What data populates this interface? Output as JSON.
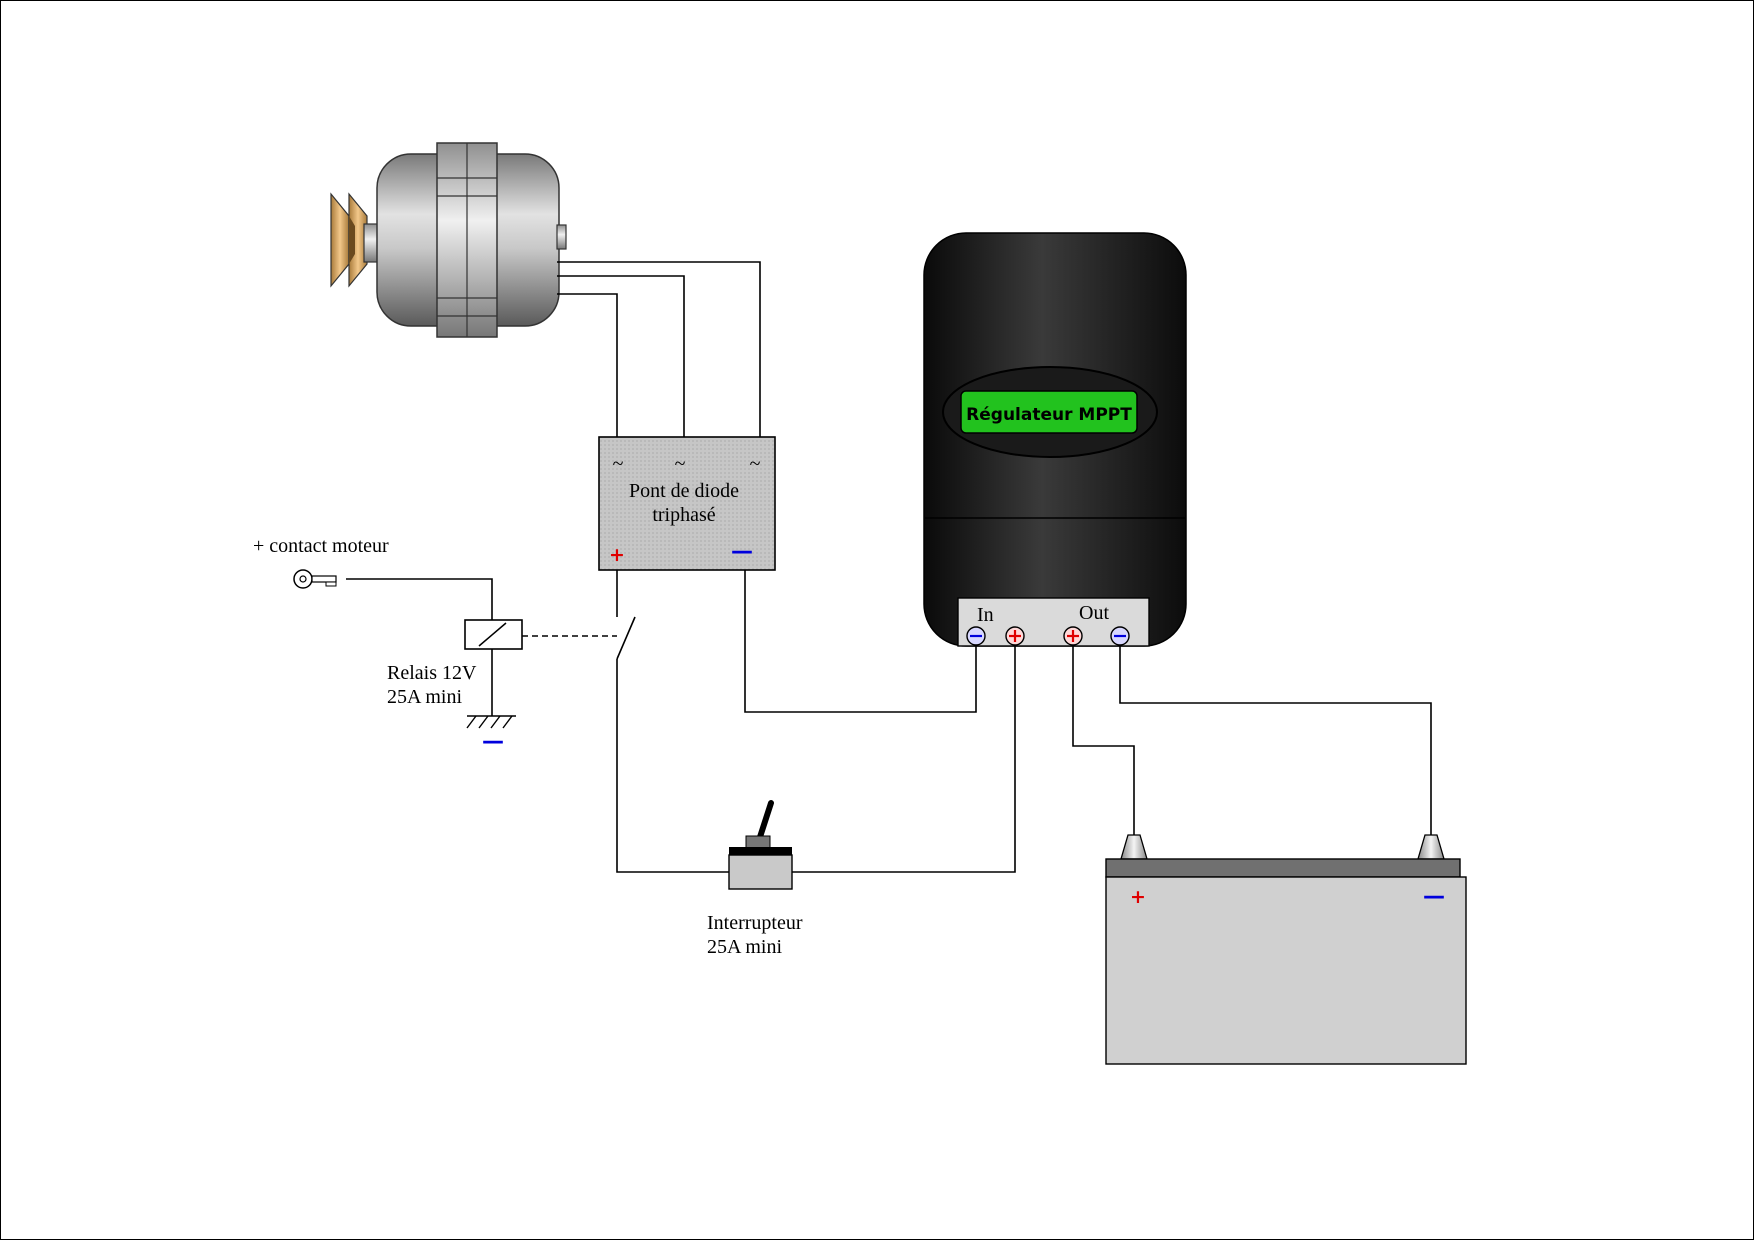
{
  "alternator": {
    "label": ""
  },
  "diode_bridge": {
    "title_line1": "Pont de diode",
    "title_line2": "triphasé",
    "ac_symbol": "~",
    "plus": "+",
    "minus": "—"
  },
  "mppt": {
    "title": "Régulateur MPPT",
    "in_label": "In",
    "out_label": "Out",
    "body_color": "#1e1e1e",
    "display_color": "#22c21e"
  },
  "contact": {
    "label": "+ contact moteur"
  },
  "relay": {
    "label_line1": "Relais 12V",
    "label_line2": "25A mini",
    "ground_minus": "—"
  },
  "switch": {
    "label_line1": "Interrupteur",
    "label_line2": "25A mini"
  },
  "battery": {
    "plus": "+",
    "minus": "—",
    "body_color": "#d0d0d0"
  }
}
